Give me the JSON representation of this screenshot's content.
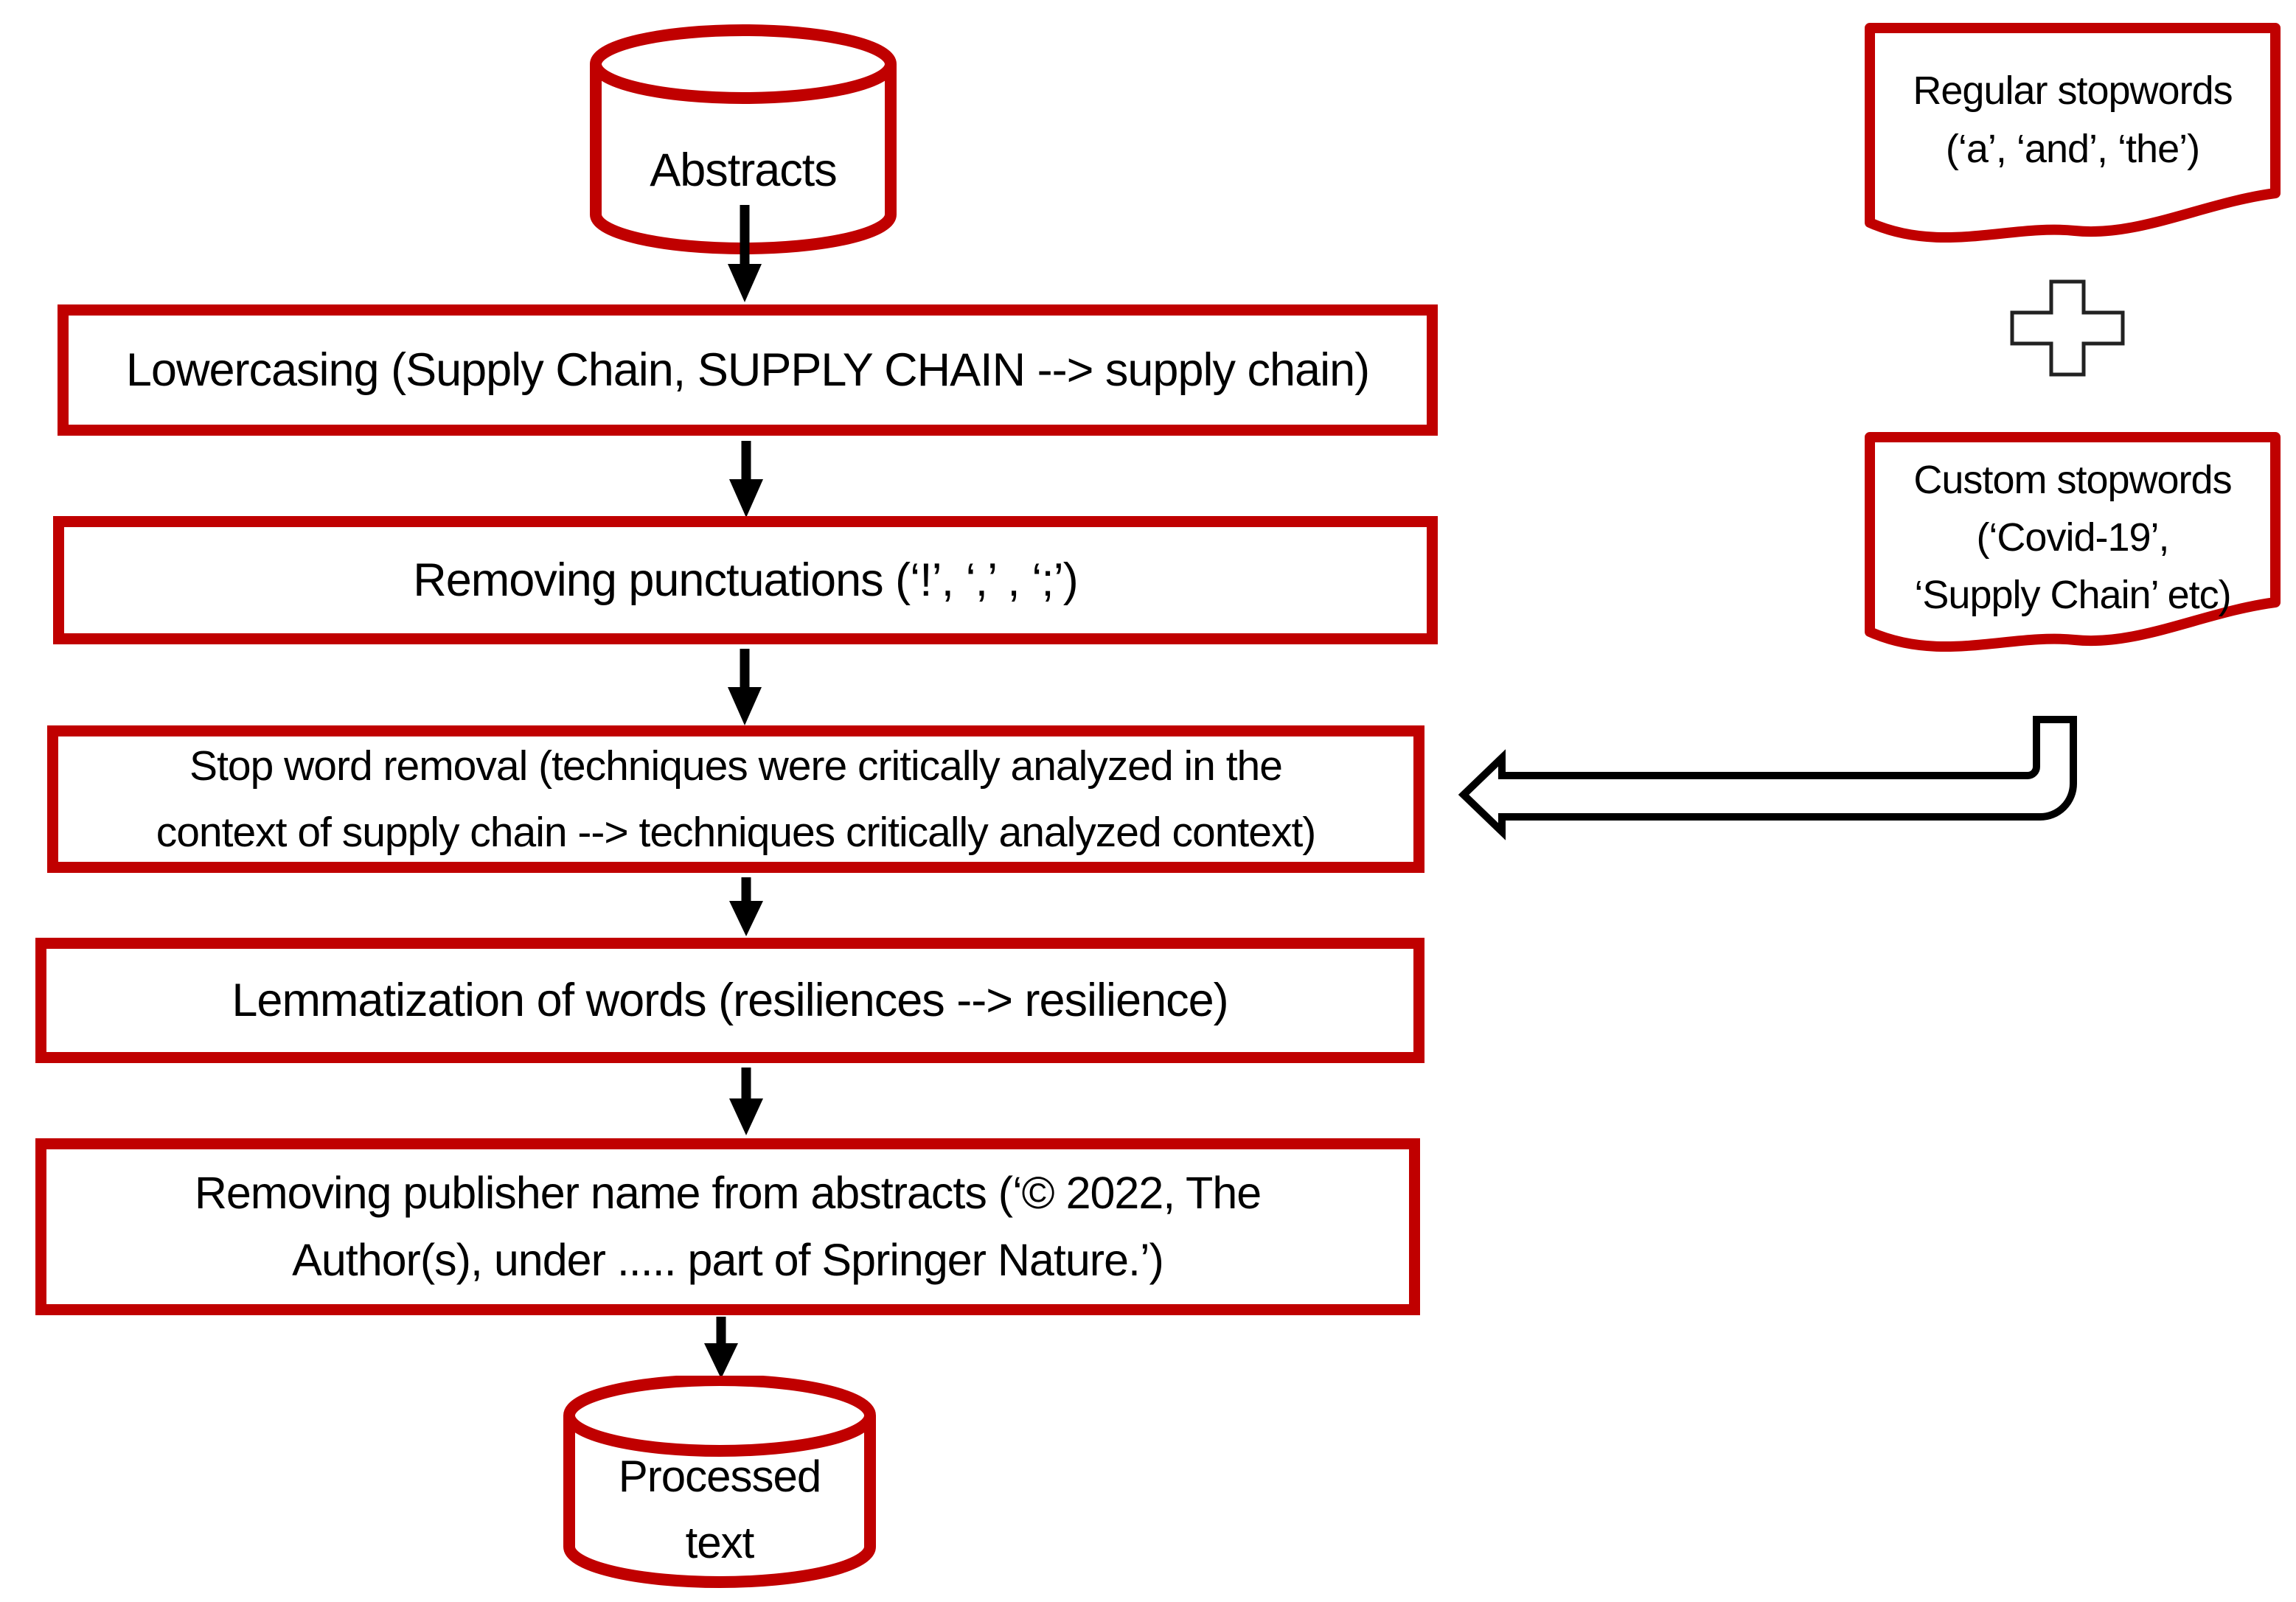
{
  "colors": {
    "shape_border": "#c00000",
    "connector": "#000000",
    "text": "#000000",
    "background": "#ffffff"
  },
  "icons": {
    "flow_connector": "down-arrow",
    "merge_symbol": "plus",
    "stopwords_feed": "left-elbow-arrow"
  },
  "flowchart": {
    "source": {
      "label": "Abstracts"
    },
    "steps": [
      {
        "label": "Lowercasing (Supply Chain, SUPPLY CHAIN --> supply chain)"
      },
      {
        "label": "Removing punctuations (‘!’, ‘,’ , ‘;’)"
      },
      {
        "line1": "Stop word removal (techniques were critically analyzed in the",
        "line2": "context of supply chain --> techniques critically analyzed context)"
      },
      {
        "label": "Lemmatization of words (resiliences --> resilience)"
      },
      {
        "line1": "Removing publisher name from abstracts (‘© 2022, The",
        "line2": "Author(s), under ..... part of Springer Nature.’)"
      }
    ],
    "sink": {
      "label": "Processed text"
    }
  },
  "stopwords": {
    "regular": {
      "line1": "Regular stopwords",
      "line2": "(‘a’, ‘and’, ‘the’)"
    },
    "custom": {
      "line1": "Custom stopwords",
      "line2": "(‘Covid-19’,",
      "line3": "‘Supply Chain’ etc)"
    }
  }
}
